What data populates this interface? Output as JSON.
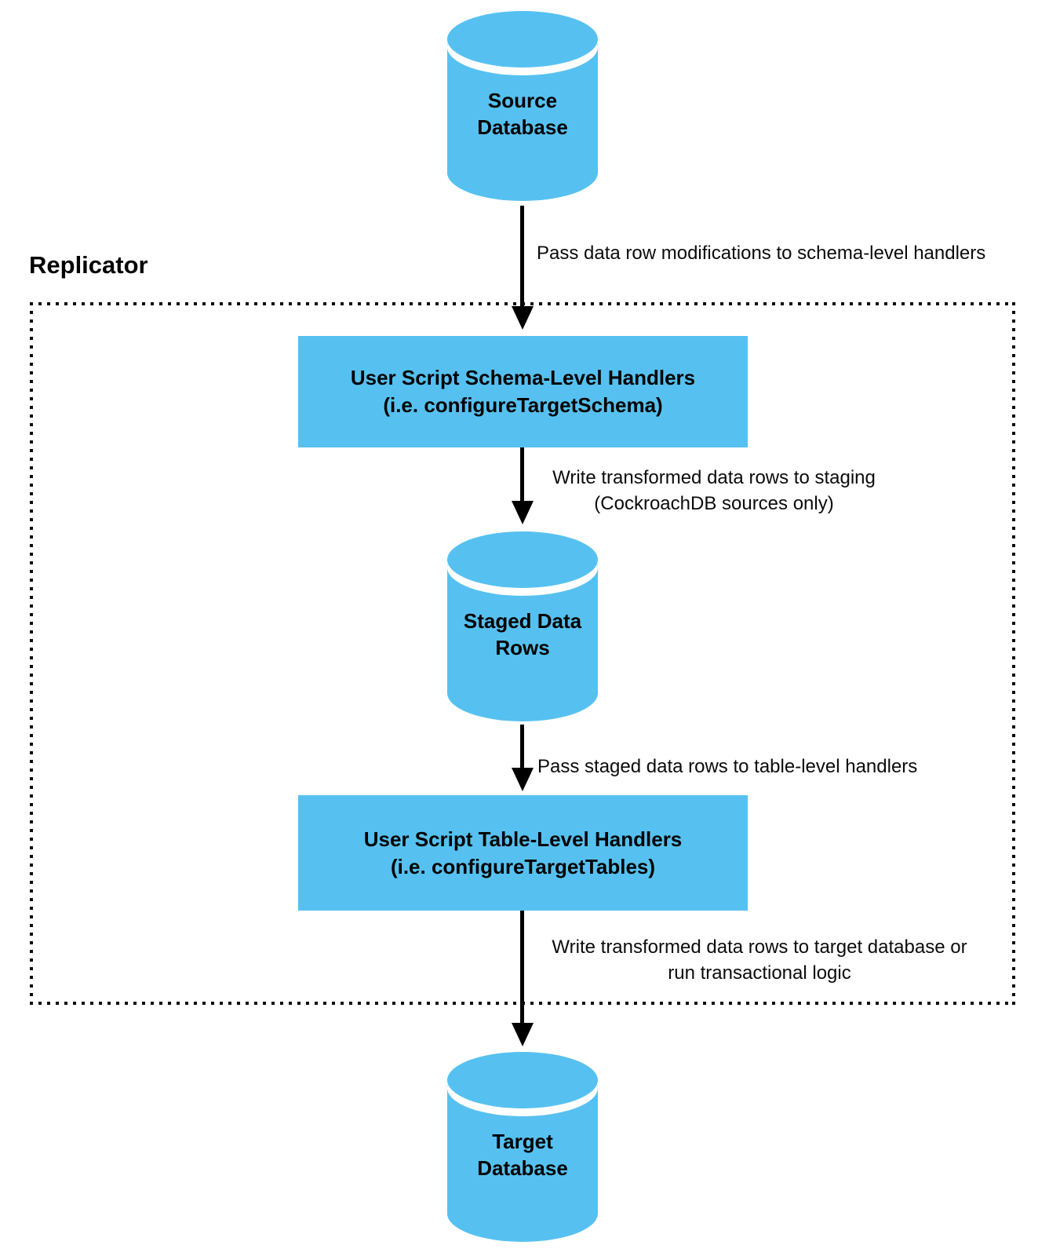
{
  "colors": {
    "accent": "#56c1f0",
    "arrow": "#000000",
    "text": "#000000"
  },
  "replicator": {
    "label": "Replicator"
  },
  "nodes": [
    {
      "name": "source-database",
      "type": "cylinder",
      "lines": [
        "Source",
        "Database"
      ]
    },
    {
      "name": "schema-level-handlers",
      "type": "rect",
      "lines": [
        "User Script Schema-Level Handlers",
        "(i.e. configureTargetSchema)"
      ]
    },
    {
      "name": "staged-data-rows",
      "type": "cylinder",
      "lines": [
        "Staged Data",
        "Rows"
      ]
    },
    {
      "name": "table-level-handlers",
      "type": "rect",
      "lines": [
        "User Script Table-Level Handlers",
        "(i.e. configureTargetTables)"
      ]
    },
    {
      "name": "target-database",
      "type": "cylinder",
      "lines": [
        "Target",
        "Database"
      ]
    }
  ],
  "edges": [
    {
      "name": "source-to-schema-handlers",
      "lines": [
        "Pass data row modifications to schema-level handlers",
        ""
      ]
    },
    {
      "name": "schema-handlers-to-staging",
      "lines": [
        "Write transformed data rows to staging",
        "(CockroachDB sources only)"
      ]
    },
    {
      "name": "staging-to-table-handlers",
      "lines": [
        "Pass staged data rows to table-level handlers",
        ""
      ]
    },
    {
      "name": "table-handlers-to-target",
      "lines": [
        "Write transformed data rows to target database or",
        "run transactional logic"
      ]
    }
  ]
}
